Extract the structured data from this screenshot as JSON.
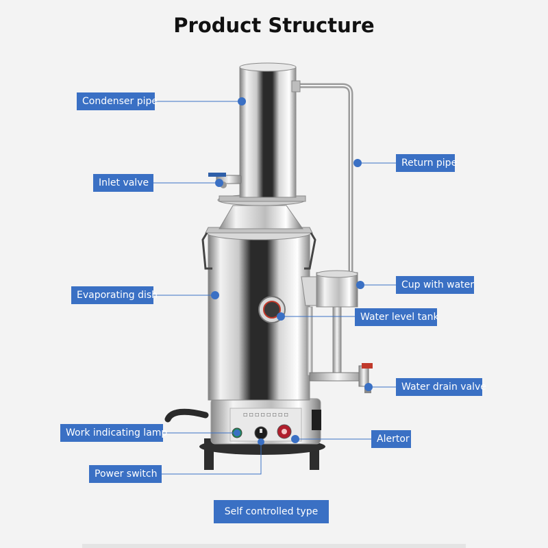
{
  "title": "Product Structure",
  "parts": {
    "condenser_pipe": "Condenser pipe",
    "inlet_valve": "Inlet valve",
    "evaporating_dish": "Evaporating dish",
    "work_indicating_lamp": "Work indicating lamp",
    "power_switch": "Power switch",
    "return_pipe": "Return pipe",
    "cup_with_water": "Cup with water",
    "water_level_tank": "Water level tank",
    "water_drain_valve": "Water drain valve",
    "alertor": "Alertor"
  },
  "footer_label": "Self controlled type",
  "colors": {
    "label_bg": "#3a70c4",
    "marker": "#3a70c4",
    "background": "#f3f3f3"
  }
}
